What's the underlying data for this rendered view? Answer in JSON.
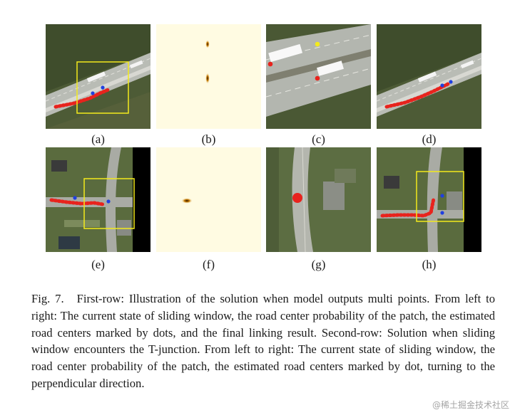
{
  "panels": [
    {
      "id": "a",
      "label": "(a)"
    },
    {
      "id": "b",
      "label": "(b)"
    },
    {
      "id": "c",
      "label": "(c)"
    },
    {
      "id": "d",
      "label": "(d)"
    },
    {
      "id": "e",
      "label": "(e)"
    },
    {
      "id": "f",
      "label": "(f)"
    },
    {
      "id": "g",
      "label": "(g)"
    },
    {
      "id": "h",
      "label": "(h)"
    }
  ],
  "caption": {
    "fig_label": "Fig. 7.",
    "text": "First-row: Illustration of the solution when model outputs multi points. From left to right: The current state of sliding window, the road center probability of the patch, the estimated road centers marked by dots, and the final linking result. Second-row: Solution when sliding window encounters the T-junction. From left to right: The current state of sliding window, the road center probability of the patch, the estimated road centers marked by dot, turning to the perpendicular direction."
  },
  "watermark": "@稀土掘金技术社区",
  "colors": {
    "path_red": "#e8231d",
    "dot_blue": "#1f3fe0",
    "window_yellow": "#f3ea1c",
    "heat_bg": "#fffbe2"
  }
}
